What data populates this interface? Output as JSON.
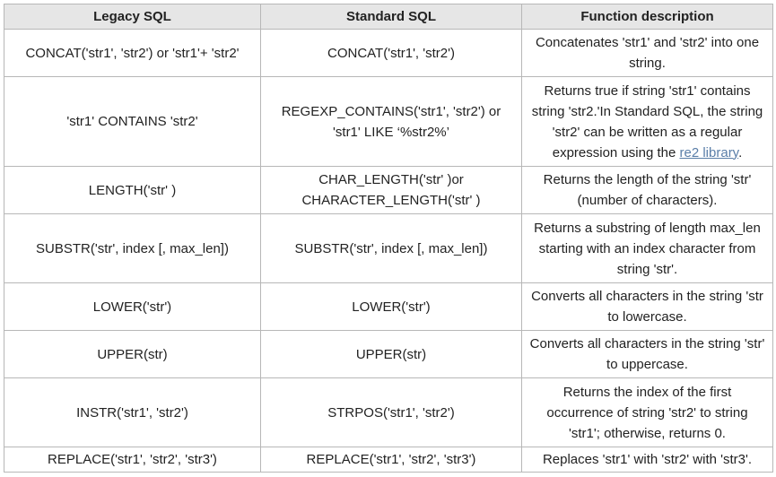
{
  "table": {
    "headers": [
      "Legacy SQL",
      "Standard SQL",
      "Function description"
    ],
    "rows": [
      {
        "legacy": "CONCAT('str1', 'str2') or 'str1'+ 'str2'",
        "standard": "CONCAT('str1', 'str2')",
        "description": "Concatenates 'str1' and 'str2' into one string."
      },
      {
        "legacy": "'str1' CONTAINS 'str2'",
        "standard": "REGEXP_CONTAINS('str1', 'str2') or 'str1' LIKE ‘%str2%’",
        "description": "Returns true if string 'str1' contains string 'str2.'In Standard SQL, the string 'str2' can be written as a regular expression using the ",
        "link": "re2 library",
        "description_suffix": "."
      },
      {
        "legacy": "LENGTH('str' )",
        "standard": "CHAR_LENGTH('str' )or CHARACTER_LENGTH('str' )",
        "description": "Returns the length of the string 'str' (number of characters)."
      },
      {
        "legacy": "SUBSTR('str', index [, max_len])",
        "standard": "SUBSTR('str', index [, max_len])",
        "description": "Returns a substring of length max_len starting with an index character from string 'str'."
      },
      {
        "legacy": "LOWER('str')",
        "standard": "LOWER('str')",
        "description": "Converts all characters in the string 'str to lowercase."
      },
      {
        "legacy": "UPPER(str)",
        "standard": "UPPER(str)",
        "description": "Converts all characters in the string 'str' to uppercase."
      },
      {
        "legacy": "INSTR('str1', 'str2')",
        "standard": "STRPOS('str1', 'str2')",
        "description": "Returns the index of the first occurrence of string 'str2' to string 'str1'; otherwise, returns 0."
      },
      {
        "legacy": "REPLACE('str1', 'str2', 'str3')",
        "standard": "REPLACE('str1', 'str2', 'str3')",
        "description": "Replaces 'str1' with 'str2' with 'str3'."
      }
    ]
  }
}
